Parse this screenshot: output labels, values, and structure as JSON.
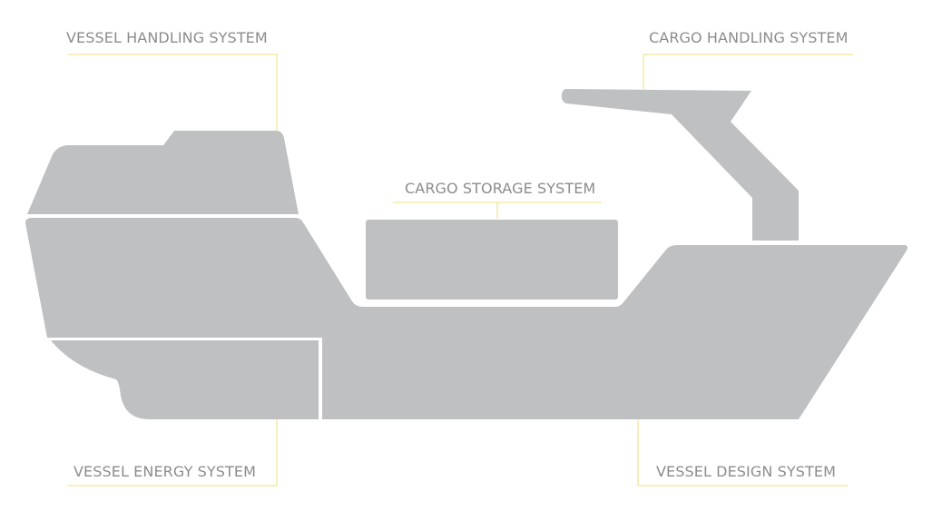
{
  "diagram": {
    "hull_color": "#bfc0c2",
    "leader_color": "#f2df7a",
    "label_color": "#8c8c8c",
    "labels": {
      "vessel_handling": "VESSEL HANDLING SYSTEM",
      "cargo_handling": "CARGO HANDLING SYSTEM",
      "cargo_storage": "CARGO STORAGE SYSTEM",
      "vessel_energy": "VESSEL ENERGY SYSTEM",
      "vessel_design": "VESSEL DESIGN SYSTEM"
    }
  }
}
